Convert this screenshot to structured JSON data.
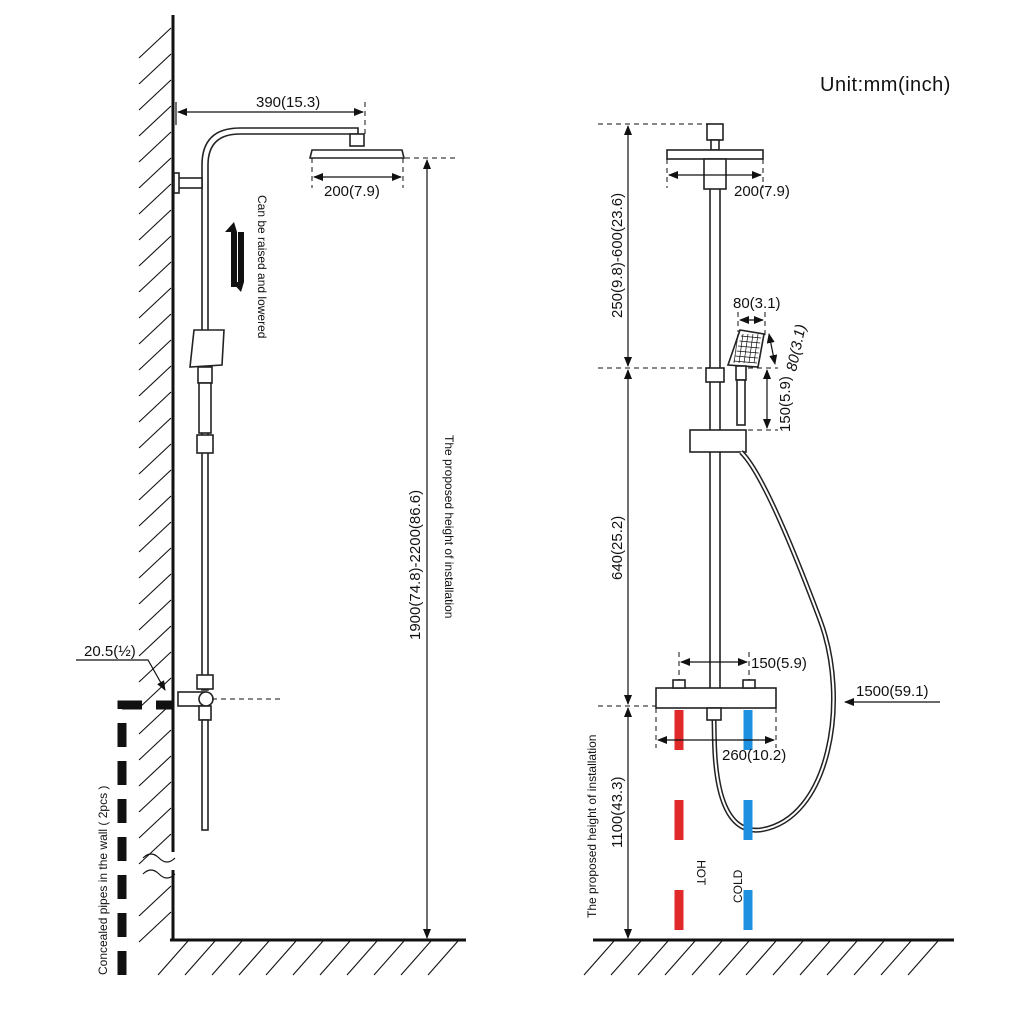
{
  "unit_label": "Unit:mm(inch)",
  "left_view": {
    "arm_reach": "390(15.3)",
    "head_width": "200(7.9)",
    "raise_lower_note": "Can be raised and lowered",
    "install_height": "1900(74.8)-2200(86.6)",
    "install_height_note": "The proposed height of installation",
    "pipe_offset": "20.5(½)",
    "concealed_pipes_note": "Concealed pipes in the wall ( 2pcs )"
  },
  "right_view": {
    "head_width": "200(7.9)",
    "top_adjust": "250(9.8)-600(23.6)",
    "hand_shower_width": "80(3.1)",
    "hand_shower_height": "80(3.1)",
    "holder_length": "150(5.9)",
    "bar_length": "640(25.2)",
    "inlet_spacing": "150(5.9)",
    "hose_length": "1500(59.1)",
    "valve_width": "260(10.2)",
    "valve_height": "1100(43.3)",
    "valve_height_note": "The proposed height of installation",
    "hot_label": "HOT",
    "cold_label": "COLD"
  },
  "colors": {
    "hot": "#e02a2a",
    "cold": "#1e90e0",
    "line": "#111111"
  }
}
